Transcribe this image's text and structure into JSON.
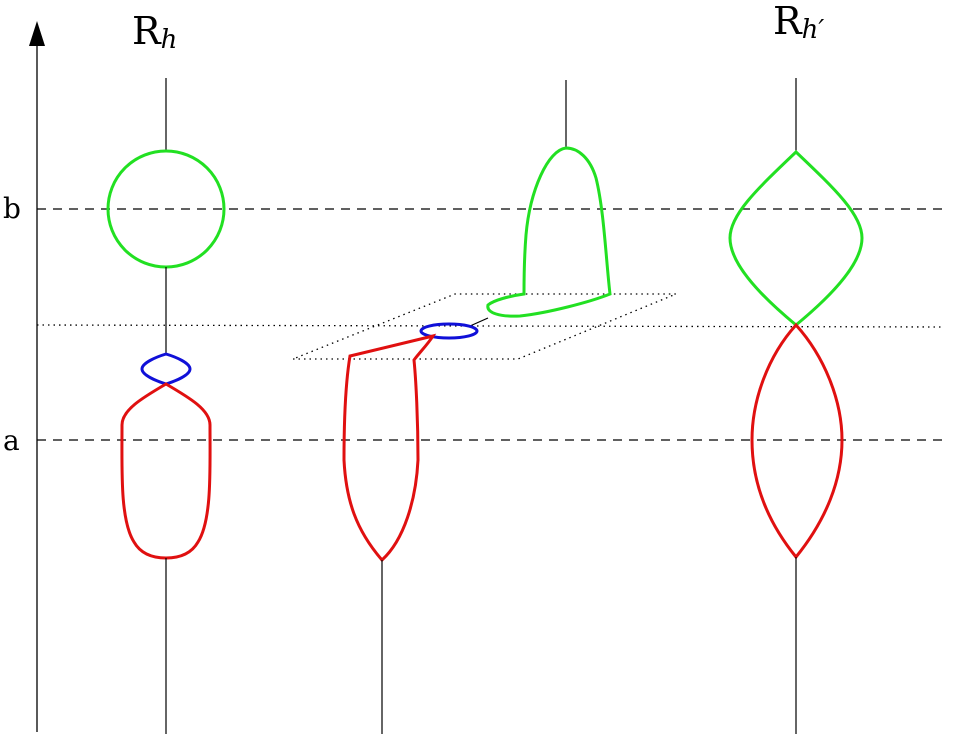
{
  "labels": {
    "top_left": "R",
    "top_left_sub": "h",
    "top_right": "R",
    "top_right_sub": "h′",
    "level_b": "b",
    "level_a": "a"
  },
  "colors": {
    "upper_component": "#22e022",
    "middle_component": "#1010d8",
    "lower_component": "#e01010",
    "axis": "#000000"
  }
}
